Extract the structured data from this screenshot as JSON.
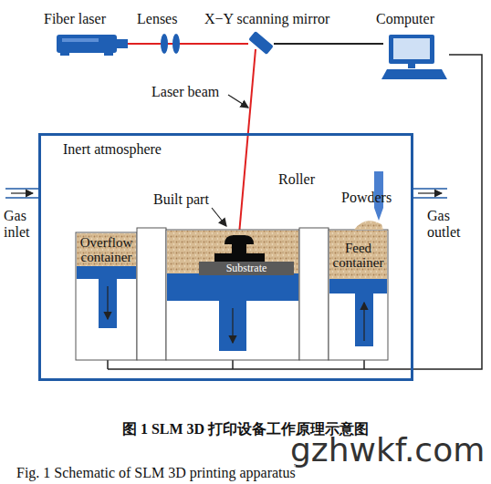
{
  "diagram": {
    "caption": "Fig. 1 Schematic of SLM 3D printing apparatus",
    "nodes": [
      {
        "text": [
          "Fiber laser"
        ]
      },
      {
        "text": [
          "Lenses"
        ]
      },
      {
        "text": [
          "X−Y scanning mirror"
        ]
      },
      {
        "text": [
          "Computer"
        ]
      },
      {
        "text": [
          "Inert atmosphere"
        ]
      },
      {
        "text": [
          "Overflow container"
        ],
        "in": 4
      },
      {
        "text": [
          "Substrate"
        ],
        "in": 4
      },
      {
        "text": [
          "Feed container"
        ],
        "in": 4
      }
    ],
    "edges": [
      {
        "from": 0,
        "to": 1,
        "arrow": "none"
      },
      {
        "from": 1,
        "to": 2,
        "arrow": "none"
      },
      {
        "from": 2,
        "to": 3,
        "arrow": "none"
      }
    ],
    "labels": [
      "Laser beam",
      "Built part",
      "Roller",
      "Powders",
      "Gas inlet",
      "Gas outlet",
      "图 1 SLM 3D 打印设备工作原理示意图",
      "gzhwkf.com"
    ]
  }
}
